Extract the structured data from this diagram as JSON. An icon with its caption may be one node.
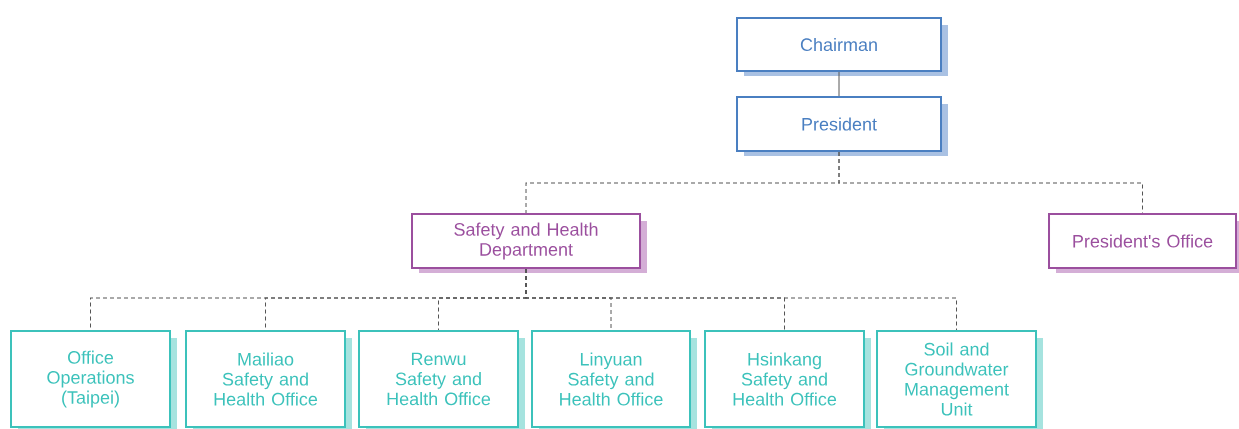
{
  "diagram": {
    "nodes": [
      {
        "text": [
          "Chairman"
        ]
      },
      {
        "text": [
          "President"
        ]
      },
      {
        "text": [
          "Safety and Health Department"
        ]
      },
      {
        "text": [
          "President's Office"
        ]
      },
      {
        "text": [
          "Office Operations (Taipei)"
        ]
      },
      {
        "text": [
          "Mailiao Safety and Health Office"
        ]
      },
      {
        "text": [
          "Renwu Safety and Health Office"
        ]
      },
      {
        "text": [
          "Linyuan Safety and Health Office"
        ]
      },
      {
        "text": [
          "Hsinkang Safety and Health Office"
        ]
      },
      {
        "text": [
          "Soil and Groundwater Management Unit"
        ]
      }
    ],
    "edges": [
      {
        "from": 0,
        "to": 1,
        "arrow": "none"
      },
      {
        "from": 1,
        "to": 2,
        "arrow": "none",
        "style": "dashed"
      },
      {
        "from": 1,
        "to": 3,
        "arrow": "none",
        "style": "dashed"
      },
      {
        "from": 2,
        "to": 4,
        "arrow": "none",
        "style": "dashed"
      },
      {
        "from": 2,
        "to": 5,
        "arrow": "none",
        "style": "dashed"
      },
      {
        "from": 2,
        "to": 6,
        "arrow": "none",
        "style": "dashed"
      },
      {
        "from": 2,
        "to": 7,
        "arrow": "none",
        "style": "dashed"
      },
      {
        "from": 2,
        "to": 8,
        "arrow": "none",
        "style": "dashed"
      },
      {
        "from": 2,
        "to": 9,
        "arrow": "none",
        "style": "dashed"
      }
    ]
  }
}
